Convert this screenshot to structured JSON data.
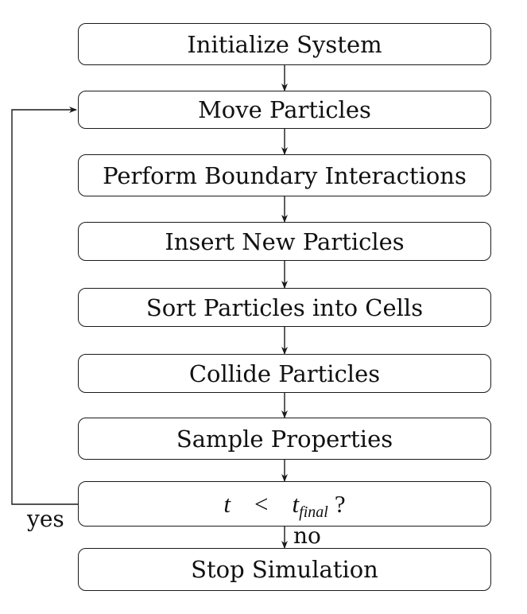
{
  "steps": [
    {
      "label": "Initialize System"
    },
    {
      "label": "Move Particles"
    },
    {
      "label": "Perform Boundary Interactions"
    },
    {
      "label": "Insert New Particles"
    },
    {
      "label": "Sort Particles into Cells"
    },
    {
      "label": "Collide Particles"
    },
    {
      "label": "Sample Properties"
    }
  ],
  "decision": {
    "var": "t",
    "op": "<",
    "rhs_var": "t",
    "rhs_sub": "final",
    "q": "?"
  },
  "end": {
    "label": "Stop Simulation"
  },
  "edges": {
    "yes": "yes",
    "no": "no"
  }
}
